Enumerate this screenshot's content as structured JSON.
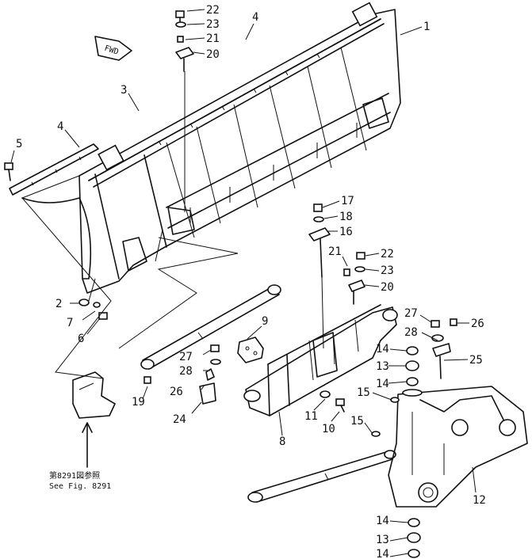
{
  "fwd_label": "FWD",
  "note": {
    "line1": "第8291図参照",
    "line2": "See Fig. 8291"
  },
  "callouts": [
    {
      "id": "c22a",
      "text": "22"
    },
    {
      "id": "c23a",
      "text": "23"
    },
    {
      "id": "c21a",
      "text": "21"
    },
    {
      "id": "c20a",
      "text": "20"
    },
    {
      "id": "c4a",
      "text": "4"
    },
    {
      "id": "c1",
      "text": "1"
    },
    {
      "id": "c3",
      "text": "3"
    },
    {
      "id": "c4b",
      "text": "4"
    },
    {
      "id": "c5",
      "text": "5"
    },
    {
      "id": "c17",
      "text": "17"
    },
    {
      "id": "c18",
      "text": "18"
    },
    {
      "id": "c16",
      "text": "16"
    },
    {
      "id": "c21b",
      "text": "21"
    },
    {
      "id": "c22b",
      "text": "22"
    },
    {
      "id": "c23b",
      "text": "23"
    },
    {
      "id": "c20b",
      "text": "20"
    },
    {
      "id": "c2",
      "text": "2"
    },
    {
      "id": "c7",
      "text": "7"
    },
    {
      "id": "c6",
      "text": "6"
    },
    {
      "id": "c9",
      "text": "9"
    },
    {
      "id": "c27a",
      "text": "27"
    },
    {
      "id": "c28a",
      "text": "28"
    },
    {
      "id": "c26a",
      "text": "26"
    },
    {
      "id": "c19",
      "text": "19"
    },
    {
      "id": "c24",
      "text": "24"
    },
    {
      "id": "c8",
      "text": "8"
    },
    {
      "id": "c11",
      "text": "11"
    },
    {
      "id": "c10",
      "text": "10"
    },
    {
      "id": "c27b",
      "text": "27"
    },
    {
      "id": "c28b",
      "text": "28"
    },
    {
      "id": "c26b",
      "text": "26"
    },
    {
      "id": "c14a",
      "text": "14"
    },
    {
      "id": "c13a",
      "text": "13"
    },
    {
      "id": "c14b",
      "text": "14"
    },
    {
      "id": "c25",
      "text": "25"
    },
    {
      "id": "c15a",
      "text": "15"
    },
    {
      "id": "c15b",
      "text": "15"
    },
    {
      "id": "c12",
      "text": "12"
    },
    {
      "id": "c14c",
      "text": "14"
    },
    {
      "id": "c13b",
      "text": "13"
    },
    {
      "id": "c14d",
      "text": "14"
    }
  ]
}
